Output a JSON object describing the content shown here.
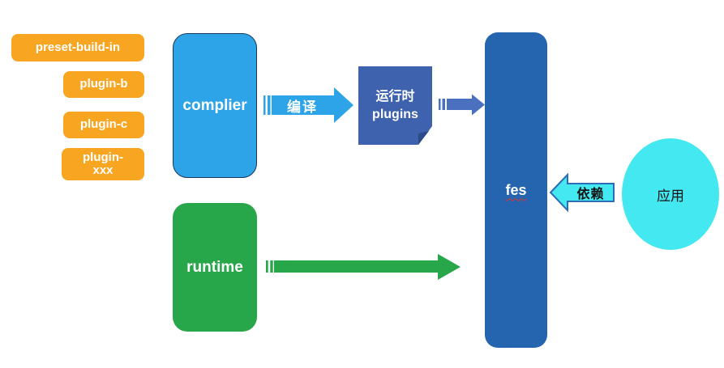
{
  "diagram": {
    "badges": [
      {
        "label": "preset-build-in"
      },
      {
        "label": "plugin-b"
      },
      {
        "label": "plugin-c"
      },
      {
        "label": "plugin-xxx"
      }
    ],
    "nodes": {
      "compiler": {
        "label": "complier"
      },
      "runtime": {
        "label": "runtime"
      },
      "runtime_plugins": {
        "line1": "运行时",
        "line2": "plugins"
      },
      "fes": {
        "label": "fes"
      },
      "app": {
        "label": "应用"
      }
    },
    "arrows": {
      "compile": {
        "label": "编译"
      },
      "depend": {
        "label": "依赖"
      }
    },
    "colors": {
      "orange": "#F8A622",
      "light_blue": "#2DA4E8",
      "compiler_border": "#17375E",
      "note_blue": "#3F62AE",
      "note_fold": "#2C4A8A",
      "connector_blue": "#4A70BF",
      "fes_blue": "#2565B0",
      "green": "#28A74A",
      "cyan": "#43E8F0",
      "cyan_border": "#2E6CB5",
      "spellcheck_red": "#E0312E"
    }
  }
}
